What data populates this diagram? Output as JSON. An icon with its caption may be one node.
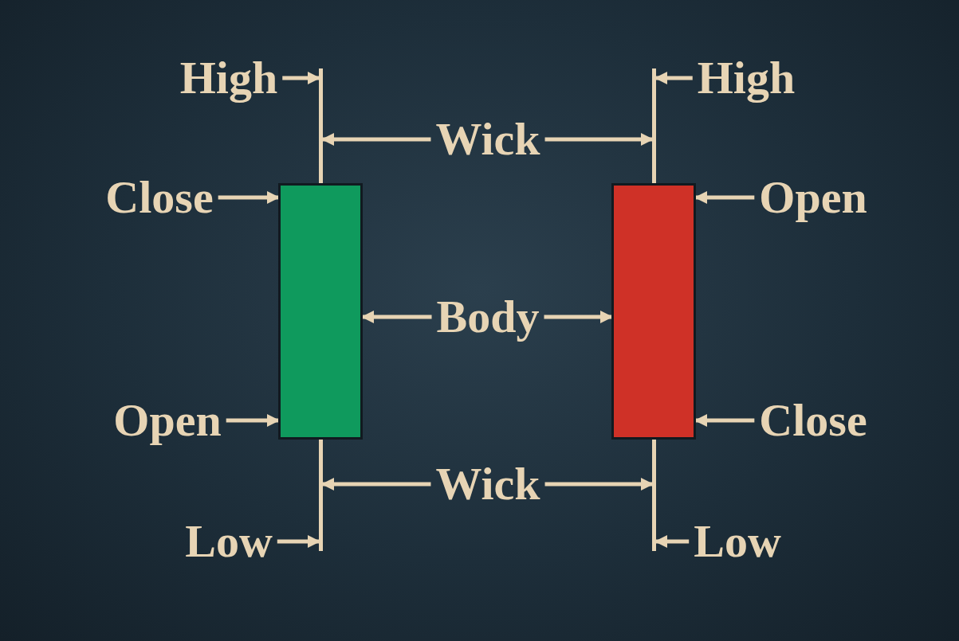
{
  "diagram": {
    "nodes": [
      {
        "text": [
          "High"
        ]
      },
      {
        "text": [],
        "shape": "line"
      },
      {
        "text": [],
        "shape": "line"
      },
      {
        "text": [
          "High"
        ]
      },
      {
        "text": [
          "Wick"
        ]
      },
      {
        "text": [
          "Close"
        ]
      },
      {
        "text": [],
        "shape": "box"
      },
      {
        "text": [],
        "shape": "box"
      },
      {
        "text": [
          "Open"
        ]
      },
      {
        "text": [
          "Body"
        ]
      },
      {
        "text": [
          "Open"
        ]
      },
      {
        "text": [
          "Close"
        ]
      },
      {
        "text": [
          "Wick"
        ]
      },
      {
        "text": [],
        "shape": "line"
      },
      {
        "text": [],
        "shape": "line"
      },
      {
        "text": [
          "Low"
        ]
      },
      {
        "text": [
          "Low"
        ]
      }
    ],
    "edges": [
      {
        "from": 0,
        "to": 1,
        "arrow": "to"
      },
      {
        "from": 3,
        "to": 2,
        "arrow": "to"
      },
      {
        "from": 4,
        "to": 1,
        "arrow": "to"
      },
      {
        "from": 4,
        "to": 2,
        "arrow": "to"
      },
      {
        "from": 5,
        "to": 6,
        "arrow": "to"
      },
      {
        "from": 8,
        "to": 7,
        "arrow": "to"
      },
      {
        "from": 9,
        "to": 6,
        "arrow": "to"
      },
      {
        "from": 9,
        "to": 7,
        "arrow": "to"
      },
      {
        "from": 10,
        "to": 6,
        "arrow": "to"
      },
      {
        "from": 11,
        "to": 7,
        "arrow": "to"
      },
      {
        "from": 12,
        "to": 13,
        "arrow": "to"
      },
      {
        "from": 12,
        "to": 14,
        "arrow": "to"
      },
      {
        "from": 15,
        "to": 13,
        "arrow": "to"
      },
      {
        "from": 16,
        "to": 14,
        "arrow": "to"
      }
    ]
  }
}
